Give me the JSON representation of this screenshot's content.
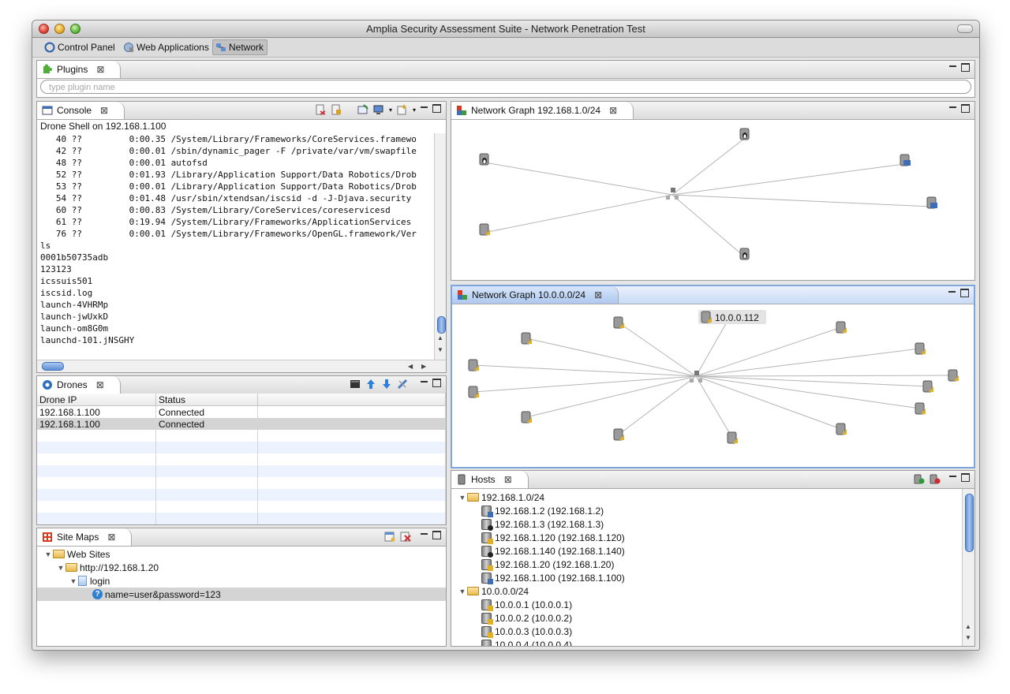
{
  "window": {
    "title": "Amplia Security Assessment Suite - Network Penetration Test"
  },
  "perspectives": [
    {
      "label": "Control Panel",
      "icon": "control-panel-icon"
    },
    {
      "label": "Web Applications",
      "icon": "web-applications-icon"
    },
    {
      "label": "Network",
      "icon": "network-icon",
      "active": true
    }
  ],
  "plugins": {
    "tab": "Plugins",
    "placeholder": "type plugin name"
  },
  "console": {
    "tab": "Console",
    "header": "Drone Shell on 192.168.1.100",
    "lines": [
      "   40 ??         0:00.35 /System/Library/Frameworks/CoreServices.framewo",
      "   42 ??         0:00.01 /sbin/dynamic_pager -F /private/var/vm/swapfile",
      "   48 ??         0:00.01 autofsd",
      "   52 ??         0:01.93 /Library/Application Support/Data Robotics/Drob",
      "   53 ??         0:00.01 /Library/Application Support/Data Robotics/Drob",
      "   54 ??         0:01.48 /usr/sbin/xtendsan/iscsid -d -J-Djava.security",
      "   60 ??         0:00.83 /System/Library/CoreServices/coreservicesd",
      "   61 ??         0:19.94 /System/Library/Frameworks/ApplicationServices",
      "   76 ??         0:00.01 /System/Library/Frameworks/OpenGL.framework/Ver",
      "ls",
      "0001b50735adb",
      "123123",
      "icssuis501",
      "iscsid.log",
      "launch-4VHRMp",
      "launch-jwUxkD",
      "launch-om8G0m",
      "launchd-101.jNSGHY"
    ]
  },
  "drones": {
    "tab": "Drones",
    "columns": [
      "Drone IP",
      "Status"
    ],
    "rows": [
      {
        "ip": "192.168.1.100",
        "status": "Connected"
      },
      {
        "ip": "192.168.1.100",
        "status": "Connected"
      }
    ]
  },
  "sitemaps": {
    "tab": "Site Maps",
    "root": "Web Sites",
    "site": "http://192.168.1.20",
    "page": "login",
    "param": "name=user&password=123"
  },
  "graph1": {
    "tab": "Network Graph 192.168.1.0/24"
  },
  "graph2": {
    "tab": "Network Graph 10.0.0.0/24",
    "hover_label": "10.0.0.112"
  },
  "hosts": {
    "tab": "Hosts",
    "groups": [
      {
        "name": "192.168.1.0/24",
        "items": [
          {
            "label": "192.168.1.2 (192.168.1.2)",
            "os": "windows"
          },
          {
            "label": "192.168.1.3 (192.168.1.3)",
            "os": "linux"
          },
          {
            "label": "192.168.1.120 (192.168.1.120)",
            "os": "unknown"
          },
          {
            "label": "192.168.1.140 (192.168.1.140)",
            "os": "linux"
          },
          {
            "label": "192.168.1.20 (192.168.1.20)",
            "os": "unknown"
          },
          {
            "label": "192.168.1.100 (192.168.1.100)",
            "os": "windows"
          }
        ]
      },
      {
        "name": "10.0.0.0/24",
        "items": [
          {
            "label": "10.0.0.1 (10.0.0.1)",
            "os": "unknown"
          },
          {
            "label": "10.0.0.2 (10.0.0.2)",
            "os": "unknown"
          },
          {
            "label": "10.0.0.3 (10.0.0.3)",
            "os": "unknown"
          },
          {
            "label": "10.0.0.4 (10.0.0.4)",
            "os": "unknown"
          }
        ]
      }
    ]
  },
  "colors": {
    "accent": "#7fa6d9",
    "selection": "#d4d4d4",
    "alt_row": "#edf3fe"
  }
}
